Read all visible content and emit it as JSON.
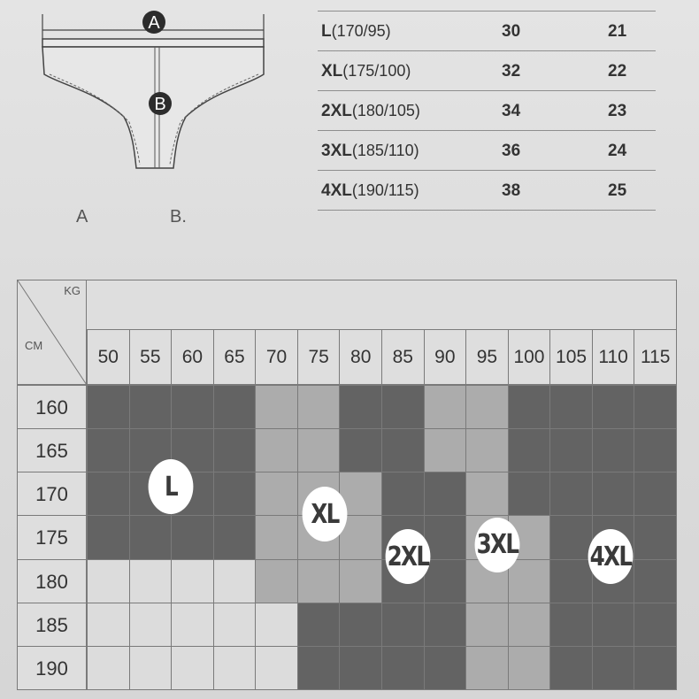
{
  "diagram": {
    "marker_a": "A",
    "marker_b": "B",
    "label_a": "A",
    "label_b": "B."
  },
  "size_table": [
    {
      "code": "L",
      "spec": "(170/95)",
      "a": "30",
      "b": "21"
    },
    {
      "code": "XL",
      "spec": "(175/100)",
      "a": "32",
      "b": "22"
    },
    {
      "code": "2XL",
      "spec": "(180/105)",
      "a": "34",
      "b": "23"
    },
    {
      "code": "3XL",
      "spec": "(185/110)",
      "a": "36",
      "b": "24"
    },
    {
      "code": "4XL",
      "spec": "(190/115)",
      "a": "38",
      "b": "25"
    }
  ],
  "chart": {
    "col_unit": "KG",
    "row_unit": "CM",
    "weights": [
      "50",
      "55",
      "60",
      "65",
      "70",
      "75",
      "80",
      "85",
      "90",
      "95",
      "100",
      "105",
      "110",
      "115"
    ],
    "heights": [
      "160",
      "165",
      "170",
      "175",
      "180",
      "185",
      "190"
    ],
    "cells": [
      [
        "L",
        "L",
        "L",
        "L",
        "XL",
        "XL",
        "2XL",
        "2XL",
        "3XL",
        "3XL",
        "4XL",
        "4XL",
        "4XL",
        "4XL"
      ],
      [
        "L",
        "L",
        "L",
        "L",
        "XL",
        "XL",
        "2XL",
        "2XL",
        "3XL",
        "3XL",
        "4XL",
        "4XL",
        "4XL",
        "4XL"
      ],
      [
        "L",
        "L",
        "L",
        "L",
        "XL",
        "XL",
        "XL",
        "2XL",
        "2XL",
        "3XL",
        "4XL",
        "4XL",
        "4XL",
        "4XL"
      ],
      [
        "L",
        "L",
        "L",
        "L",
        "XL",
        "XL",
        "XL",
        "2XL",
        "2XL",
        "3XL",
        "3XL",
        "4XL",
        "4XL",
        "4XL"
      ],
      [
        "",
        "",
        "",
        "",
        "XL",
        "XL",
        "XL",
        "2XL",
        "2XL",
        "3XL",
        "3XL",
        "4XL",
        "4XL",
        "4XL"
      ],
      [
        "",
        "",
        "",
        "",
        "",
        "2XL",
        "2XL",
        "2XL",
        "2XL",
        "3XL",
        "3XL",
        "4XL",
        "4XL",
        "4XL"
      ],
      [
        "",
        "",
        "",
        "",
        "",
        "2XL",
        "2XL",
        "2XL",
        "2XL",
        "3XL",
        "3XL",
        "4XL",
        "4XL",
        "4XL"
      ]
    ],
    "colors": {
      "L": "#636363",
      "XL": "#acacac",
      "2XL": "#636363",
      "3XL": "#acacac",
      "4XL": "#636363",
      "": "#dcdcdc"
    },
    "badges": [
      "L",
      "XL",
      "2XL",
      "3XL",
      "4XL"
    ]
  }
}
